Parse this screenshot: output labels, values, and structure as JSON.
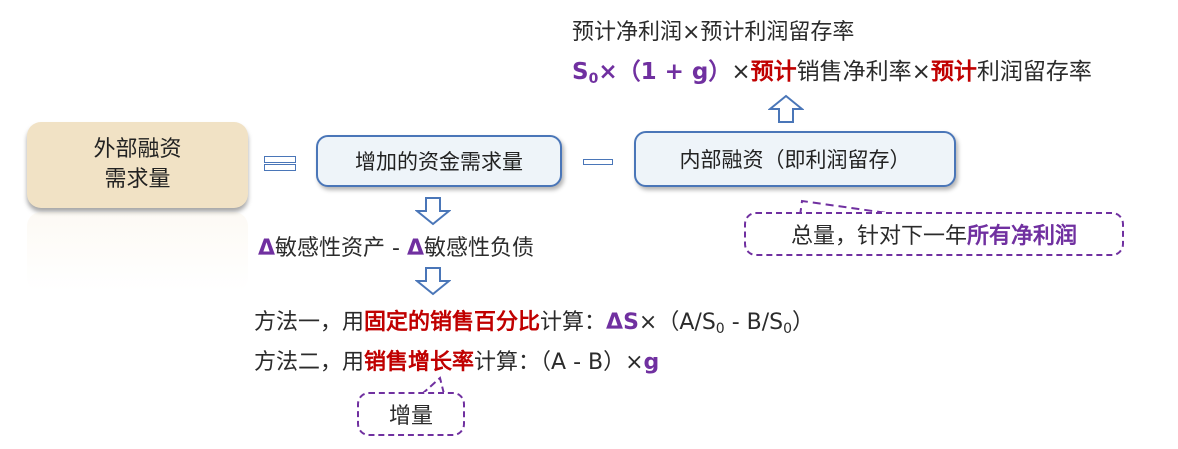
{
  "colors": {
    "accent_blue": "#4a76b8",
    "box_fill_blue": "#eef4f9",
    "box_fill_tan": "#f1e2c5",
    "purple": "#7030a0",
    "red": "#c00000",
    "text": "#2b2b2b"
  },
  "external_financing": {
    "line1": "外部融资",
    "line2": "需求量"
  },
  "operators": {
    "equals_double": "=",
    "equals_single": "="
  },
  "increase_box": {
    "label": "增加的资金需求量"
  },
  "internal_box": {
    "label": "内部融资（即利润留存）"
  },
  "top_formula": {
    "line1": "预计净利润×预计利润留存率",
    "line2": {
      "s": "S",
      "s_sub": "0",
      "growth": "×（1 + g）",
      "times1": "×",
      "forecast1": "预计",
      "mid": "销售净利率×",
      "forecast2": "预计",
      "end": "利润留存率"
    }
  },
  "total_callout": {
    "normal": "总量，针对下一年",
    "emphasis": "所有净利润"
  },
  "delta_line": {
    "delta1": "Δ",
    "text1": "敏感性资产 - ",
    "delta2": "Δ",
    "text2": "敏感性负债"
  },
  "method1": {
    "prefix": "方法一，用",
    "emphasis": "固定的销售百分比",
    "calc": "计算：",
    "delta_s": "ΔS",
    "times": "×（A/S",
    "sub1": "0",
    "minus": " - B/S",
    "sub2": "0",
    "close": "）"
  },
  "method2": {
    "prefix": "方法二，用",
    "emphasis": "销售增长率",
    "calc": "计算：（A - B）×",
    "g": "g"
  },
  "increment_callout": {
    "label": "增量"
  },
  "icons": {
    "arrow_down": "outline-arrow-down",
    "arrow_up": "outline-arrow-up"
  }
}
